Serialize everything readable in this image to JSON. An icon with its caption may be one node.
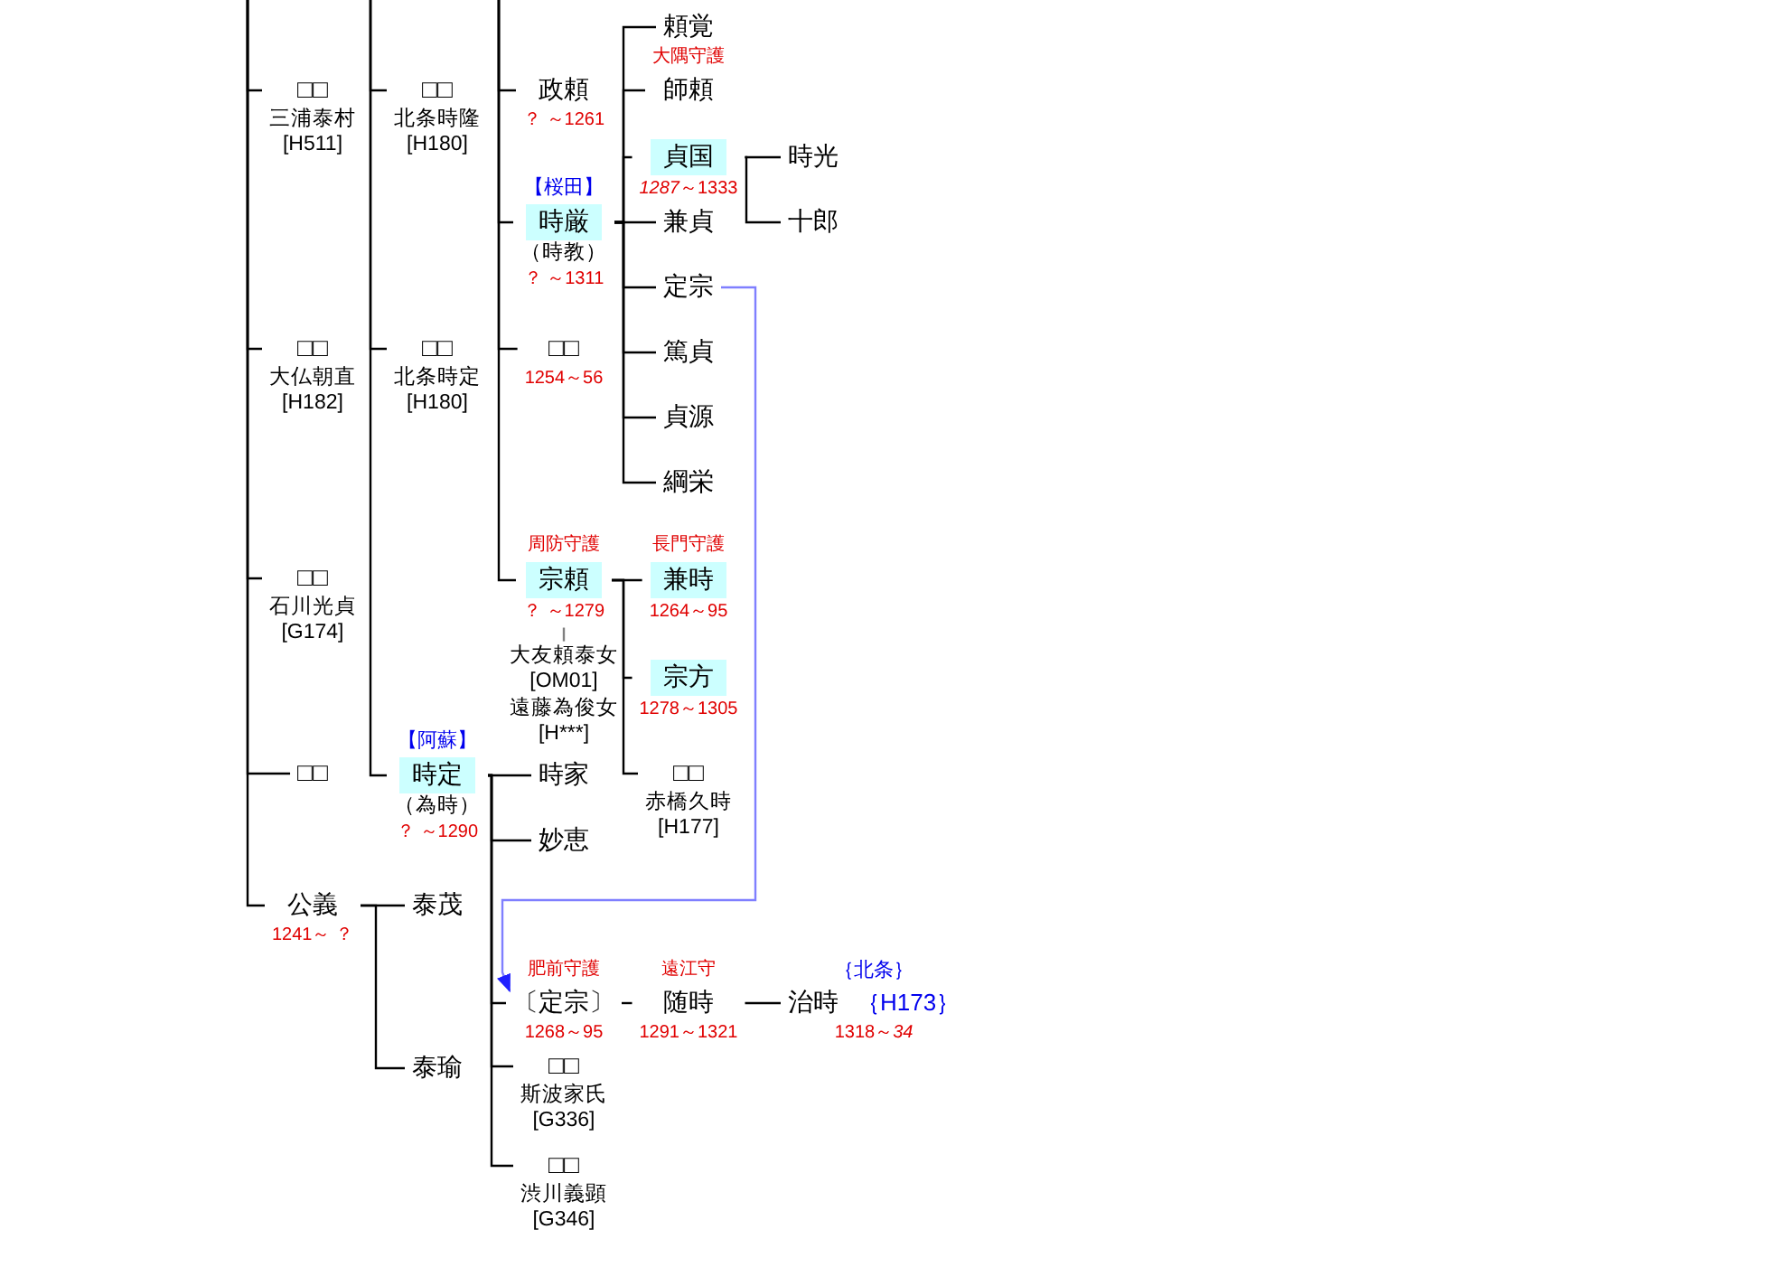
{
  "diagram": {
    "nodes": [
      {
        "text": [
          "□□",
          "三浦泰村",
          "[H511]"
        ]
      },
      {
        "text": [
          "□□",
          "北条時隆",
          "[H180]"
        ]
      },
      {
        "text": [
          "政頼"
        ],
        "beside": [
          "？ ～1261"
        ]
      },
      {
        "text": [
          "頼覚"
        ]
      },
      {
        "text": [
          "大隅守護",
          "師頼"
        ]
      },
      {
        "text": [
          "貞国"
        ],
        "beside": [
          "*1287*～1333"
        ]
      },
      {
        "text": [
          "時光"
        ]
      },
      {
        "text": [
          "十郎"
        ]
      },
      {
        "text": [
          "【桜田】",
          "時厳",
          "（時教）"
        ],
        "beside": [
          "？ ～1311"
        ]
      },
      {
        "text": [
          "兼貞"
        ]
      },
      {
        "text": [
          "定宗"
        ]
      },
      {
        "text": [
          "□□"
        ],
        "beside": [
          "1254～56"
        ]
      },
      {
        "text": [
          "篤貞"
        ]
      },
      {
        "text": [
          "貞源"
        ]
      },
      {
        "text": [
          "綱栄"
        ]
      },
      {
        "text": [
          "□□",
          "大仏朝直",
          "[H182]"
        ]
      },
      {
        "text": [
          "□□",
          "北条時定",
          "[H180]"
        ]
      },
      {
        "text": [
          "□□",
          "石川光貞",
          "[G174]"
        ]
      },
      {
        "text": [
          "周防守護",
          "宗頼"
        ],
        "beside": [
          "？ ～1279"
        ]
      },
      {
        "text": [
          "長門守護",
          "兼時"
        ],
        "beside": [
          "1264～95"
        ]
      },
      {
        "text": [
          "大友頼泰女",
          "[OM01]",
          "遠藤為俊女",
          "[H***]"
        ]
      },
      {
        "text": [
          "宗方"
        ],
        "beside": [
          "1278～1305"
        ]
      },
      {
        "text": [
          "□□",
          "赤橋久時",
          "[H177]"
        ]
      },
      {
        "text": [
          "□□"
        ]
      },
      {
        "text": [
          "【阿蘇】",
          "時定",
          "（為時）"
        ],
        "beside": [
          "？ ～1290"
        ]
      },
      {
        "text": [
          "時家"
        ]
      },
      {
        "text": [
          "妙恵"
        ]
      },
      {
        "text": [
          "公義"
        ],
        "beside": [
          "1241～ ？"
        ]
      },
      {
        "text": [
          "泰茂"
        ]
      },
      {
        "text": [
          "肥前守護",
          "〔定宗〕"
        ],
        "beside": [
          "1268～95"
        ]
      },
      {
        "text": [
          "遠江守",
          "随時"
        ],
        "beside": [
          "1291～1321"
        ]
      },
      {
        "text": [
          "｛北条｝",
          "治時"
        ],
        "beside": [
          "1318～*34*",
          "｛H173｝"
        ]
      },
      {
        "text": [
          "泰瑜"
        ]
      },
      {
        "text": [
          "□□",
          "斯波家氏",
          "[G336]"
        ]
      },
      {
        "text": [
          "□□",
          "渋川義顕",
          "[G346]"
        ]
      }
    ],
    "edges": [
      {
        "from": null,
        "to": 0,
        "arrow": "none"
      },
      {
        "from": null,
        "to": 15,
        "arrow": "none"
      },
      {
        "from": null,
        "to": 17,
        "arrow": "none"
      },
      {
        "from": null,
        "to": 23,
        "arrow": "none"
      },
      {
        "from": null,
        "to": 27,
        "arrow": "none"
      },
      {
        "from": null,
        "to": 1,
        "arrow": "none"
      },
      {
        "from": null,
        "to": 16,
        "arrow": "none"
      },
      {
        "from": null,
        "to": 24,
        "arrow": "none"
      },
      {
        "from": null,
        "to": 2,
        "arrow": "none"
      },
      {
        "from": null,
        "to": 8,
        "arrow": "none"
      },
      {
        "from": null,
        "to": 11,
        "arrow": "none"
      },
      {
        "from": null,
        "to": 18,
        "arrow": "none"
      },
      {
        "from": 8,
        "to": 3,
        "arrow": "none"
      },
      {
        "from": 8,
        "to": 4,
        "arrow": "none"
      },
      {
        "from": 8,
        "to": 5,
        "arrow": "none"
      },
      {
        "from": 8,
        "to": 9,
        "arrow": "none"
      },
      {
        "from": 8,
        "to": 10,
        "arrow": "none"
      },
      {
        "from": 8,
        "to": 12,
        "arrow": "none"
      },
      {
        "from": 8,
        "to": 13,
        "arrow": "none"
      },
      {
        "from": 8,
        "to": 14,
        "arrow": "none"
      },
      {
        "from": 5,
        "to": 6,
        "arrow": "none"
      },
      {
        "from": 5,
        "to": 7,
        "arrow": "none"
      },
      {
        "from": 18,
        "to": 19,
        "arrow": "none"
      },
      {
        "from": 18,
        "to": 21,
        "arrow": "none"
      },
      {
        "from": 18,
        "to": 22,
        "arrow": "none"
      },
      {
        "from": 18,
        "to": 20,
        "arrow": "none",
        "color": "#808080"
      },
      {
        "from": 24,
        "to": 25,
        "arrow": "none"
      },
      {
        "from": 24,
        "to": 26,
        "arrow": "none"
      },
      {
        "from": 24,
        "to": 29,
        "arrow": "none"
      },
      {
        "from": 24,
        "to": 33,
        "arrow": "none"
      },
      {
        "from": 24,
        "to": 34,
        "arrow": "none"
      },
      {
        "from": 27,
        "to": 28,
        "arrow": "none"
      },
      {
        "from": 27,
        "to": 32,
        "arrow": "none"
      },
      {
        "from": 10,
        "to": 29,
        "arrow": "to",
        "color": "#7f7fff"
      },
      {
        "from": 29,
        "to": 30,
        "arrow": "none"
      },
      {
        "from": 30,
        "to": 31,
        "arrow": "none"
      }
    ]
  }
}
